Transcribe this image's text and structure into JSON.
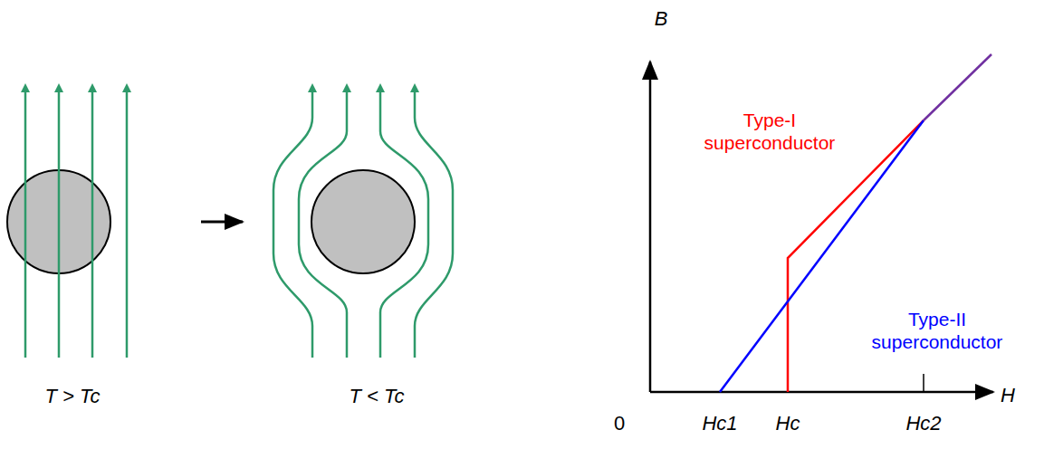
{
  "diagram": {
    "labels": [
      "T > Tc",
      "T < Tc",
      "B",
      "H",
      "0",
      "Hc1",
      "Hc",
      "Hc2",
      "Type-I superconductor",
      "Type-II superconductor"
    ]
  }
}
